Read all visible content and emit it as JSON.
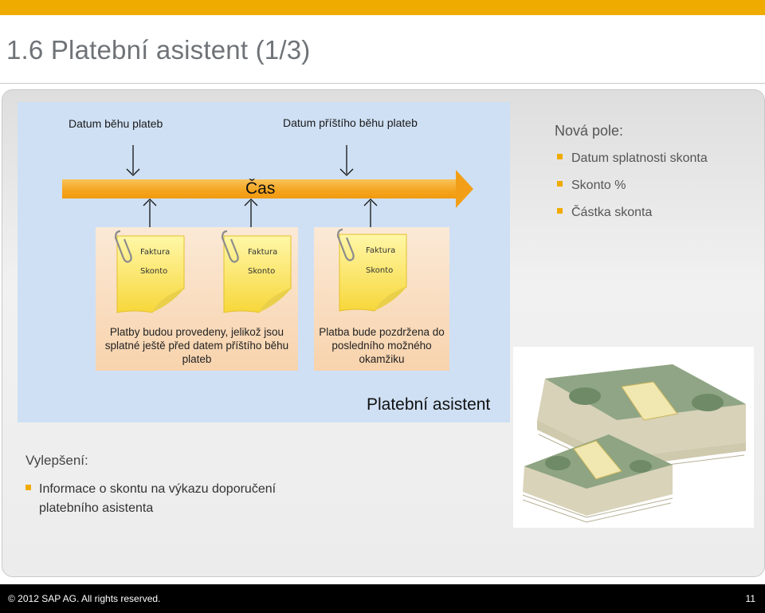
{
  "title": "1.6  Platební asistent (1/3)",
  "diagram": {
    "label_run_date": "Datum běhu plateb",
    "label_next_run_date": "Datum příštího běhu plateb",
    "timeline_label": "Čas",
    "note_line1": "Faktura",
    "note_line2": "Skonto",
    "desc_paid": "Platby budou provedeny, jelikož jsou splatné ještě před datem příštího běhu plateb",
    "desc_held": "Platba bude pozdržena do posledního možného okamžiku",
    "caption": "Platební asistent"
  },
  "new_fields": {
    "heading": "Nová pole:",
    "items": [
      "Datum splatnosti skonta",
      "Skonto %",
      "Částka skonta"
    ]
  },
  "improvement": {
    "heading": "Vylepšení:",
    "items": [
      "Informace o skontu na výkazu doporučení platebního asistenta"
    ]
  },
  "footer": {
    "copyright": "© 2012 SAP AG. All rights reserved.",
    "page": "11"
  },
  "colors": {
    "accent": "#f0ab00",
    "diagram_bg": "#cfe0f4",
    "arrow": "#f4a41d"
  }
}
